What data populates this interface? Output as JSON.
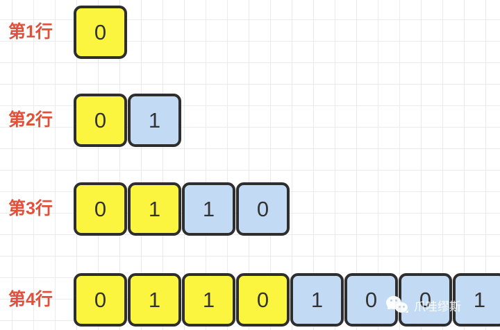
{
  "diagram": {
    "title": "",
    "colors": {
      "original_fill": "#fcf53f",
      "mirrored_fill": "#c2daf4",
      "cell_border": "#2e2e2e",
      "label_text": "#e0503a",
      "grid_line": "#ebebeb",
      "background": "#ffffff"
    },
    "rows": [
      {
        "label": "第1行",
        "cells": [
          {
            "value": "0",
            "group": "original"
          }
        ]
      },
      {
        "label": "第2行",
        "cells": [
          {
            "value": "0",
            "group": "original"
          },
          {
            "value": "1",
            "group": "mirrored"
          }
        ]
      },
      {
        "label": "第3行",
        "cells": [
          {
            "value": "0",
            "group": "original"
          },
          {
            "value": "1",
            "group": "original"
          },
          {
            "value": "1",
            "group": "mirrored"
          },
          {
            "value": "0",
            "group": "mirrored"
          }
        ]
      },
      {
        "label": "第4行",
        "cells": [
          {
            "value": "0",
            "group": "original"
          },
          {
            "value": "1",
            "group": "original"
          },
          {
            "value": "1",
            "group": "original"
          },
          {
            "value": "0",
            "group": "original"
          },
          {
            "value": "1",
            "group": "mirrored"
          },
          {
            "value": "0",
            "group": "mirrored"
          },
          {
            "value": "0",
            "group": "mirrored"
          },
          {
            "value": "1",
            "group": "mirrored"
          }
        ]
      }
    ]
  },
  "watermark": {
    "text": "爪哇缪斯",
    "icon": "wechat-icon"
  }
}
